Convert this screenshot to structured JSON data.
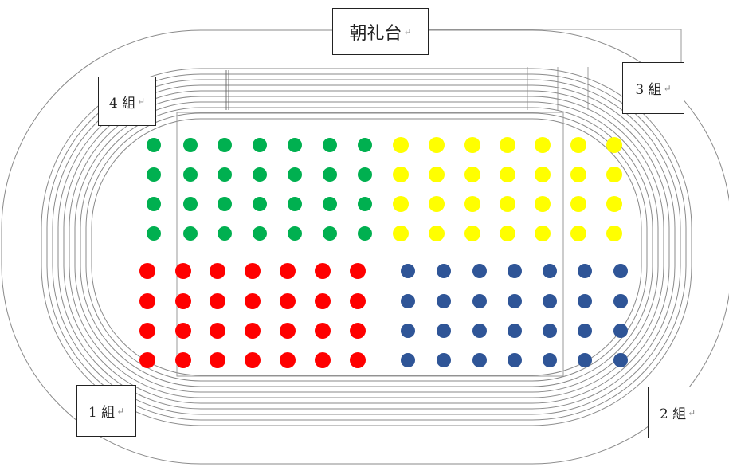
{
  "labels": {
    "stage": "朝礼台",
    "group4": "4 組",
    "group3": "3 組",
    "group1": "1 組",
    "group2": "2 組",
    "return_mark": "↵"
  },
  "groups": [
    {
      "id": "group4",
      "color": "#00b050",
      "rows": 4,
      "cols": 7
    },
    {
      "id": "group3",
      "color": "#ffff00",
      "rows": 4,
      "cols": 7
    },
    {
      "id": "group1",
      "color": "#ff0000",
      "rows": 4,
      "cols": 7
    },
    {
      "id": "group2",
      "color": "#2f5597",
      "rows": 4,
      "cols": 7
    }
  ],
  "colors": {
    "track_line": "#7f7f7f",
    "border": "#222222"
  }
}
